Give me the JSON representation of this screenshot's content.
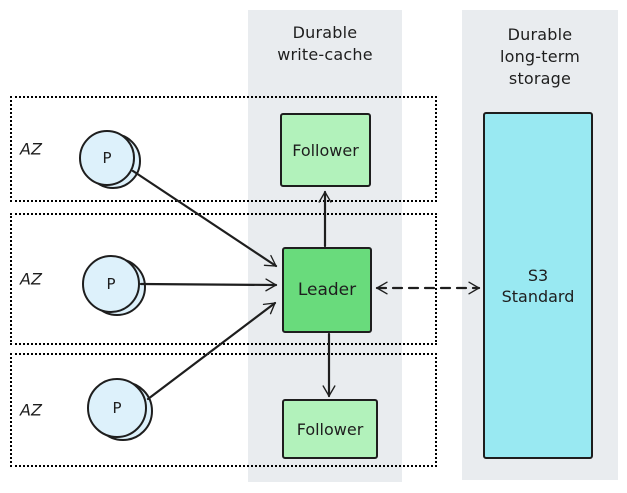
{
  "diagram": {
    "columns": [
      {
        "title_lines": [
          "Durable",
          "write-cache"
        ]
      },
      {
        "title_lines": [
          "Durable",
          "long-term",
          "storage"
        ]
      }
    ],
    "zones": [
      {
        "label": "AZ"
      },
      {
        "label": "AZ"
      },
      {
        "label": "AZ"
      }
    ],
    "producers": [
      {
        "label": "P"
      },
      {
        "label": "P"
      },
      {
        "label": "P"
      }
    ],
    "nodes": {
      "follower_top_label": "Follower",
      "leader_label": "Leader",
      "follower_bottom_label": "Follower",
      "s3_label_lines": [
        "S3",
        "Standard"
      ]
    },
    "colors": {
      "column_bg": "#e9ecef",
      "leader_fill": "#69db7c",
      "follower_fill": "#b2f2bb",
      "s3_fill": "#99e9f2",
      "producer_fill": "#ddf1fb",
      "stroke": "#1e1e1e"
    }
  }
}
